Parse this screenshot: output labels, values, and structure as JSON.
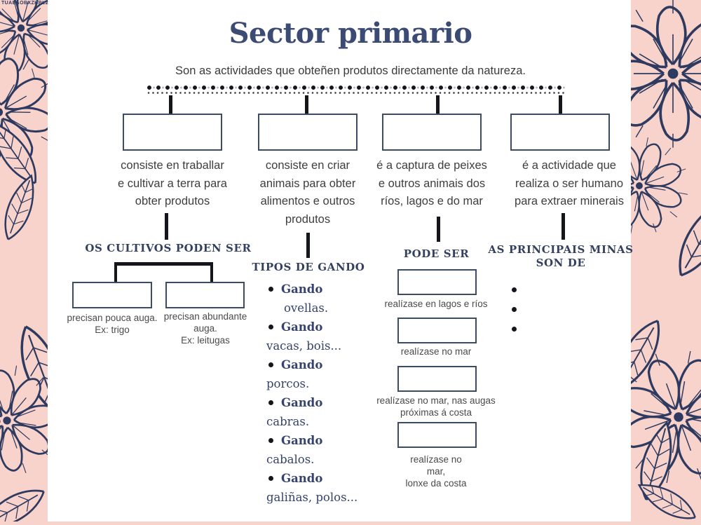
{
  "title": "Sector primario",
  "subtitle": "Son as actividades que obteñen produtos directamente da natureza.",
  "watermark": "TUAEAOBXZHBL2",
  "colors": {
    "border_pink": "#f8d3cb",
    "floral_line_navy": "#2e3a5f",
    "title_navy": "#3c4b73",
    "heading_navy": "#33405e",
    "box_border": "#3e4c63",
    "body_text": "#3e3e3e",
    "connector_black": "#14161c"
  },
  "branches": [
    {
      "description": "consiste en traballar\ne cultivar a terra para\nobter produtos",
      "heading": "OS CULTIVOS PODEN SER",
      "sub_items": [
        {
          "label": "precisan pouca auga.\nEx: trigo"
        },
        {
          "label": "precisan abundante\nauga.\nEx: leitugas"
        }
      ]
    },
    {
      "description": "consiste en criar\nanimais para obter\nalimentos e outros\nprodutos",
      "heading": "TIPOS DE GANDO",
      "list": [
        {
          "name": "Gando",
          "detail": "ovellas."
        },
        {
          "name": "Gando",
          "detail": "vacas, bois..."
        },
        {
          "name": "Gando",
          "detail": "porcos."
        },
        {
          "name": "Gando",
          "detail": "cabras."
        },
        {
          "name": "Gando",
          "detail": "cabalos."
        },
        {
          "name": "Gando",
          "detail": "galiñas, polos..."
        }
      ]
    },
    {
      "description": "é a captura de peixes\ne outros animais dos\nríos, lagos e do mar",
      "heading": "PODE SER",
      "sub_items": [
        {
          "label": "realízase en lagos e ríos"
        },
        {
          "label": "realízase no mar"
        },
        {
          "label": "realízase no mar, nas augas\npróximas á costa"
        },
        {
          "label": "realízase no\nmar,\nlonxe da costa"
        }
      ]
    },
    {
      "description": "é a actividade que\nrealiza o ser humano\npara extraer minerais",
      "heading": "AS PRINCIPAIS MINAS\nSON DE",
      "bullet_blanks": 3
    }
  ]
}
